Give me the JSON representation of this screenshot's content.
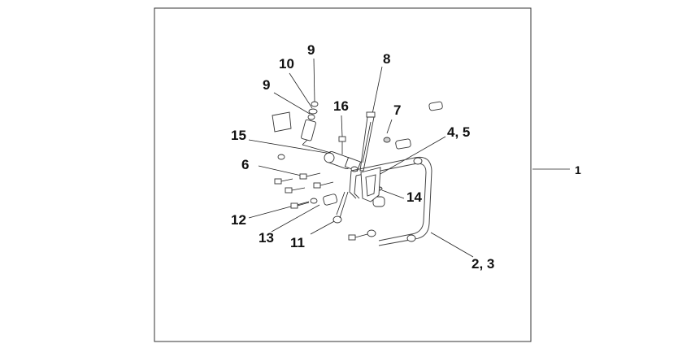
{
  "diagram": {
    "callouts": {
      "c1": "1",
      "c2_3": "2, 3",
      "c4_5": "4, 5",
      "c6": "6",
      "c7": "7",
      "c8": "8",
      "c9a": "9",
      "c9b": "9",
      "c10": "10",
      "c11": "11",
      "c12": "12",
      "c13": "13",
      "c14": "14",
      "c15": "15",
      "c16": "16"
    }
  }
}
